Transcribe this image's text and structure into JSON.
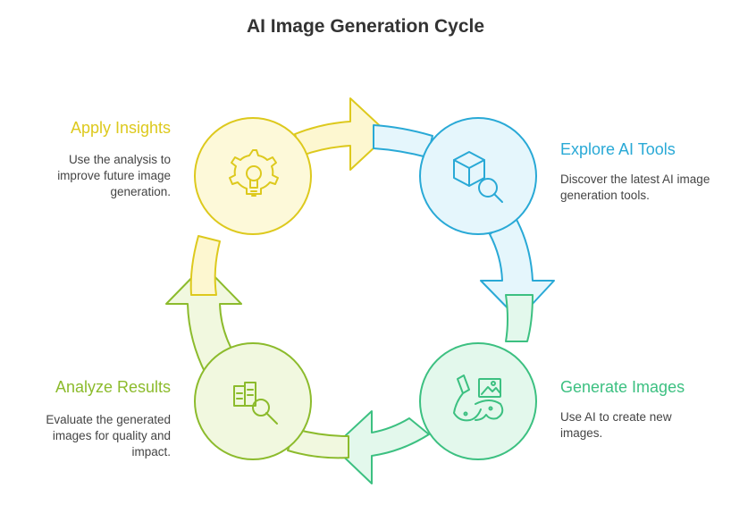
{
  "title": "AI Image Generation Cycle",
  "steps": [
    {
      "id": "explore",
      "title": "Explore AI Tools",
      "description": "Discover the latest AI image generation tools.",
      "color": "#29a9d6",
      "fill": "#e5f6fc",
      "icon": "cube-search-icon"
    },
    {
      "id": "generate",
      "title": "Generate Images",
      "description": "Use AI to create new images.",
      "color": "#3cc081",
      "fill": "#e3f8ec",
      "icon": "paint-palette-icon"
    },
    {
      "id": "analyze",
      "title": "Analyze Results",
      "description": "Evaluate the generated images for quality and impact.",
      "color": "#8cbb2c",
      "fill": "#f1f8df",
      "icon": "chart-search-icon"
    },
    {
      "id": "apply",
      "title": "Apply Insights",
      "description": "Use the analysis to improve future image generation.",
      "color": "#ddc91d",
      "fill": "#fdf9d9",
      "icon": "lightbulb-gear-icon"
    }
  ]
}
